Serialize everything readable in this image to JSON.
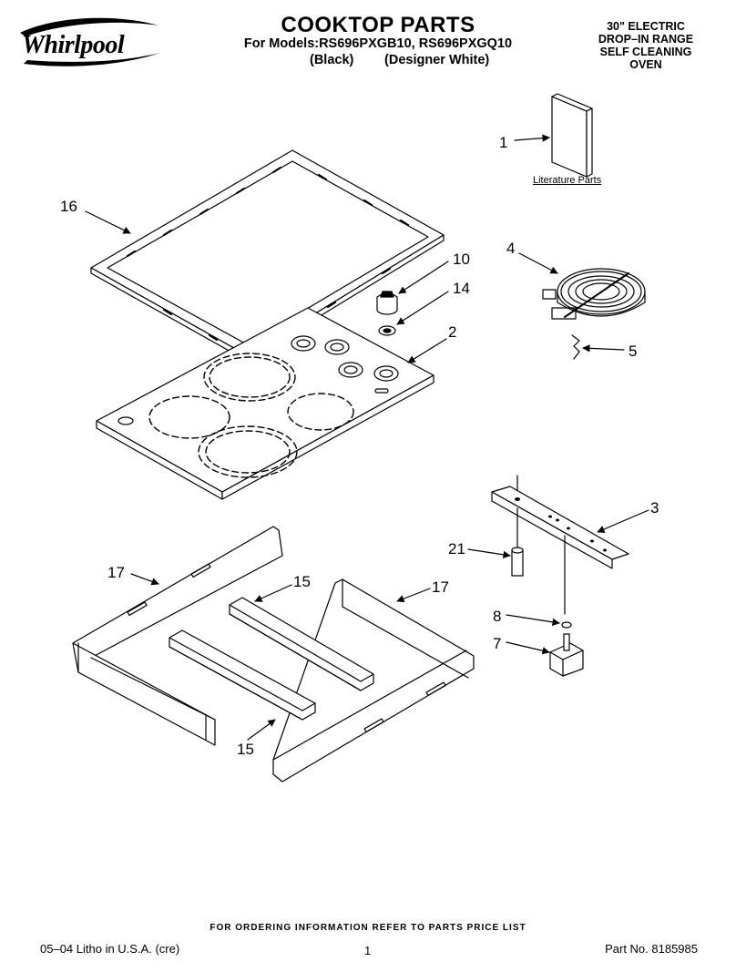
{
  "brand": "Whirlpool",
  "title": "COOKTOP PARTS",
  "models_line": "For Models:RS696PXGB10, RS696PXGQ10",
  "colors": [
    "(Black)",
    "(Designer White)"
  ],
  "range_info": [
    "30\" ELECTRIC",
    "DROP–IN RANGE",
    "SELF CLEANING",
    "OVEN"
  ],
  "literature_label": "Literature Parts",
  "callouts": {
    "c1": "1",
    "c2": "2",
    "c3": "3",
    "c4": "4",
    "c5": "5",
    "c7": "7",
    "c8": "8",
    "c10": "10",
    "c14": "14",
    "c16": "16",
    "c15a": "15",
    "c15b": "15",
    "c17a": "17",
    "c17b": "17",
    "c21": "21"
  },
  "footer": {
    "order_note": "FOR ORDERING INFORMATION REFER TO PARTS PRICE LIST",
    "litho": "05–04 Litho in U.S.A. (cre)",
    "page": "1",
    "part_no": "Part No. 8185985"
  },
  "colors_style": {
    "ink": "#000000",
    "background": "#ffffff"
  }
}
